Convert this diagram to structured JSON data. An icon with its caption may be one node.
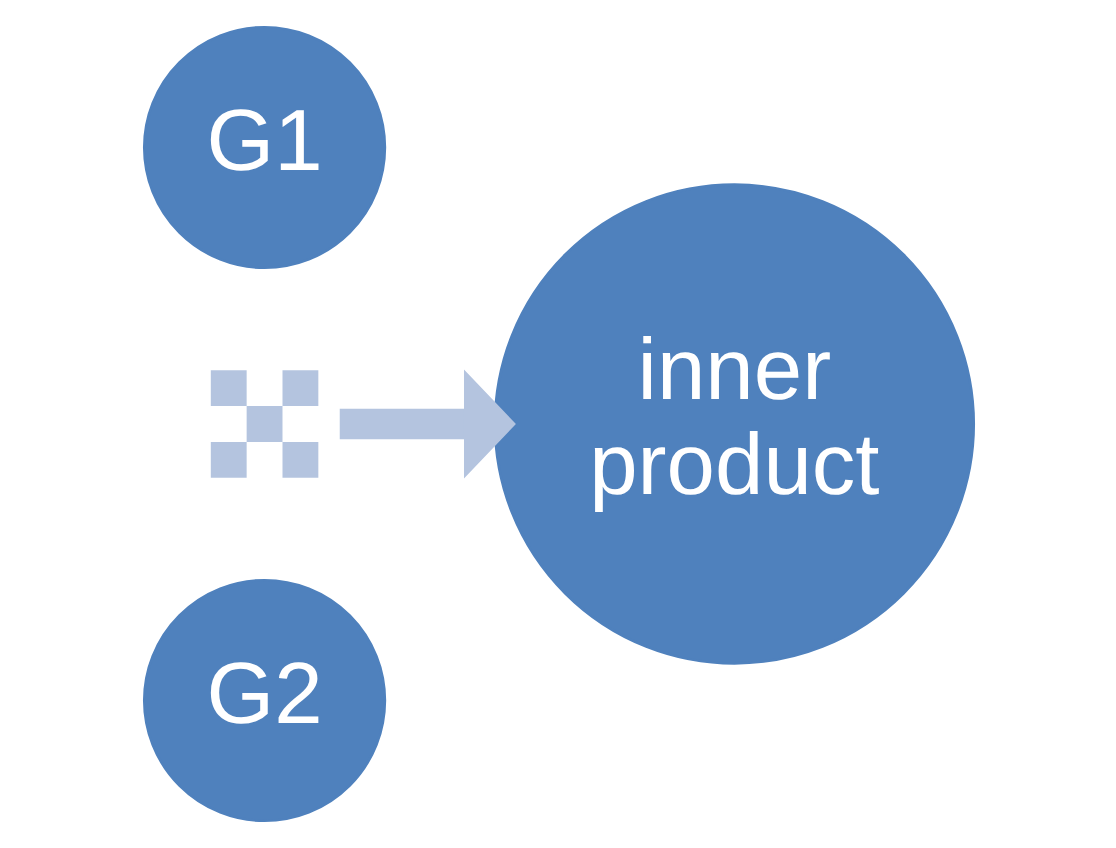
{
  "diagram": {
    "nodes": [
      {
        "text": [
          "G1"
        ]
      },
      {
        "text": [],
        "shape": "cross"
      },
      {
        "text": [
          "G2"
        ]
      },
      {
        "text": [
          "inner product"
        ]
      }
    ],
    "edges": [
      {
        "from": 1,
        "to": 3,
        "arrow": "to"
      }
    ]
  }
}
